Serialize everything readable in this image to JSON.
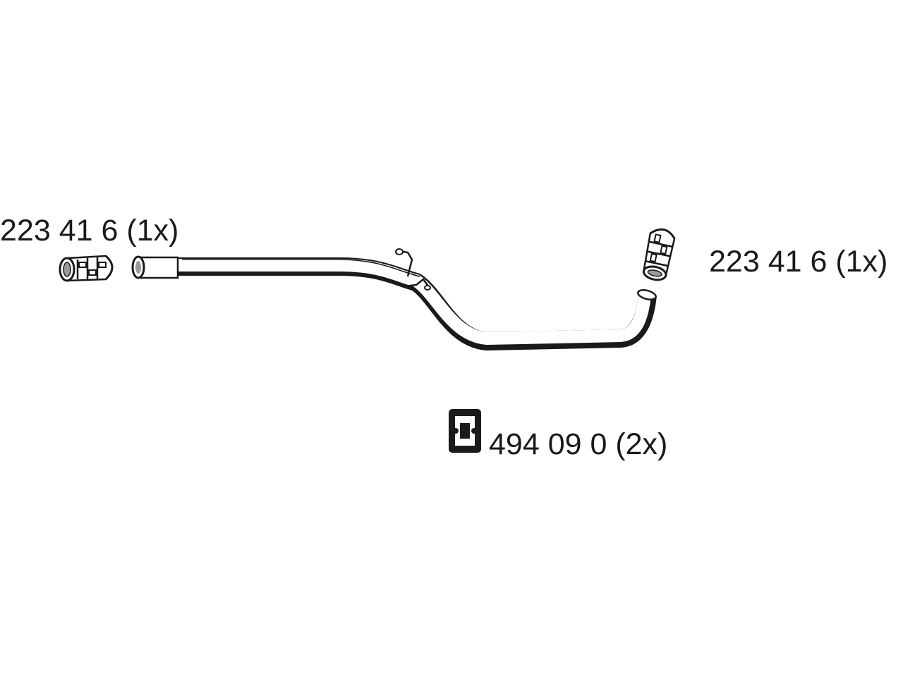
{
  "parts": {
    "clamp_left": {
      "label": "223 41 6 (1x)",
      "icon": "pipe-clamp-icon"
    },
    "clamp_right": {
      "label": "223 41 6 (1x)",
      "icon": "pipe-clamp-icon"
    },
    "rubber_hanger": {
      "label": "494 09 0 (2x)",
      "icon": "rubber-hanger-icon"
    },
    "exhaust_pipe": {
      "icon": "exhaust-pipe-icon"
    }
  },
  "colors": {
    "line": "#1a1a1a",
    "fill": "#ffffff",
    "shade": "#9a9a9a"
  }
}
